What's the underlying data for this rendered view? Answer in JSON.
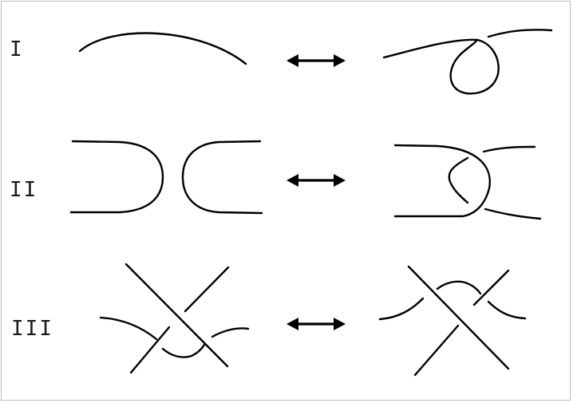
{
  "figure": {
    "moves": [
      {
        "id": "move-1",
        "label": "I"
      },
      {
        "id": "move-2",
        "label": "II"
      },
      {
        "id": "move-3",
        "label": "III"
      }
    ]
  },
  "colors": {
    "strand": "#000000",
    "background": "#ffffff",
    "frame_border": "#bdbdbd"
  }
}
